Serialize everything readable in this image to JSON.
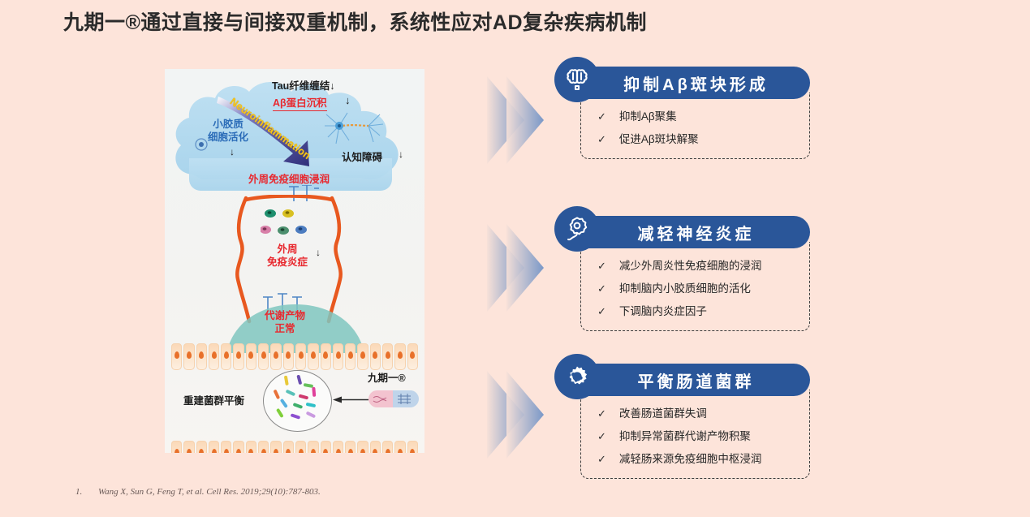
{
  "title": "九期一®通过直接与间接双重机制，系统性应对AD复杂疾病机制",
  "illustration": {
    "brain_labels": {
      "tau": "Tau纤维缠结",
      "tau_arrow": "↓",
      "abeta": "Aβ蛋白沉积",
      "abeta_arrow": "↓",
      "microglia": "小胶质\n细胞活化",
      "microglia_line1": "小胶质",
      "microglia_line2": "细胞活化",
      "microglia_arrow": "↓",
      "cognition": "认知障碍",
      "cognition_arrow": "↓",
      "peripheral_infiltration": "外周免疫细胞浸润",
      "neuroinflammation": "Neuroinflammation"
    },
    "gut_labels": {
      "peripheral_inflammation_line1": "外周",
      "peripheral_inflammation_line2": "免疫炎症",
      "peripheral_inflammation_arrow": "↓",
      "metabolite_line1": "代谢产物",
      "metabolite_line2": "正常",
      "rebuild_balance": "重建菌群平衡",
      "drug_name": "九期一®"
    }
  },
  "cards": [
    {
      "icon": "brain-icon",
      "title": "抑制Aβ斑块形成",
      "bullets": [
        "抑制Aβ聚集",
        "促进Aβ斑块解聚"
      ]
    },
    {
      "icon": "neuron-inflammation-icon",
      "title": "减轻神经炎症",
      "bullets": [
        "减少外周炎性免疫细胞的浸润",
        "抑制脑内小胶质细胞的活化",
        "下调脑内炎症因子"
      ]
    },
    {
      "icon": "microbe-icon",
      "title": "平衡肠道菌群",
      "bullets": [
        "改善肠道菌群失调",
        "抑制异常菌群代谢产物积聚",
        "减轻肠来源免疫细胞中枢浸润"
      ]
    }
  ],
  "check_glyph": "✓",
  "footnote": {
    "number": "1.",
    "text": "Wang X, Sun G, Feng T, et al. Cell Res. 2019;29(10):787-803."
  },
  "colors": {
    "background": "#FDE4DA",
    "header_blue": "#2A5699",
    "title_text": "#2B2B2B",
    "red_label": "#E8292F",
    "blue_label": "#2B6CB8",
    "chevron": "#7E9ECF"
  }
}
